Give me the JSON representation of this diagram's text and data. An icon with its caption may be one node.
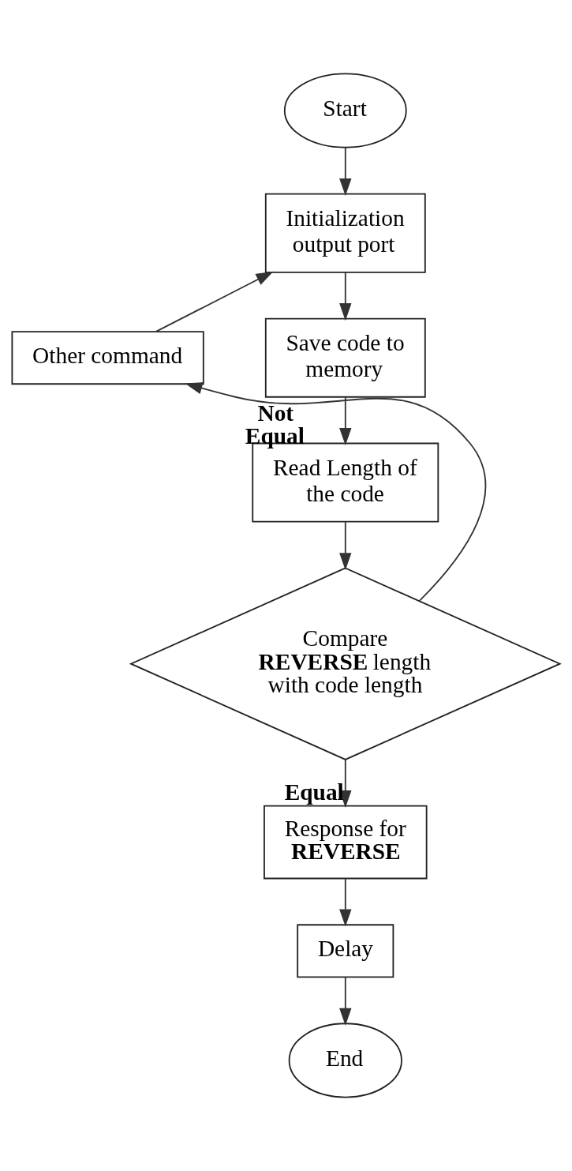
{
  "diagram": {
    "nodes": [
      {
        "text": [
          "Start"
        ]
      },
      {
        "text": [
          "Initialization output port"
        ]
      },
      {
        "text": [
          "Save code to memory"
        ]
      },
      {
        "text": [
          "Read Length of the code"
        ]
      },
      {
        "text": [
          "Compare **REVERSE** length with code length"
        ]
      },
      {
        "text": [
          "Response for **REVERSE**"
        ]
      },
      {
        "text": [
          "Delay"
        ]
      },
      {
        "text": [
          "End"
        ]
      },
      {
        "text": [
          "Other command"
        ]
      }
    ],
    "edges": [
      {
        "from": 0,
        "to": 1,
        "arrow": "to"
      },
      {
        "from": 1,
        "to": 2,
        "arrow": "to"
      },
      {
        "from": 2,
        "to": 3,
        "arrow": "to"
      },
      {
        "from": 3,
        "to": 4,
        "arrow": "to"
      },
      {
        "from": 4,
        "to": 5,
        "arrow": "to",
        "label": "Equal"
      },
      {
        "from": 5,
        "to": 6,
        "arrow": "to"
      },
      {
        "from": 6,
        "to": 7,
        "arrow": "to"
      },
      {
        "from": 4,
        "to": 8,
        "arrow": "to",
        "label": "Not Equal"
      },
      {
        "from": 8,
        "to": 1,
        "arrow": "to"
      }
    ]
  }
}
